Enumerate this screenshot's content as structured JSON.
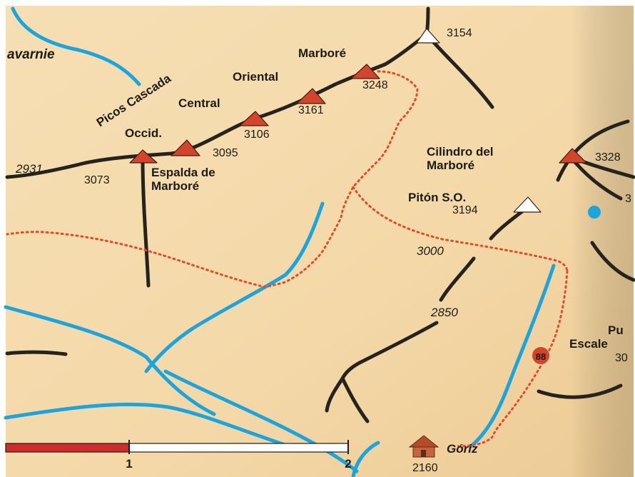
{
  "map": {
    "colors": {
      "paper": "#f7dfb3",
      "ridge": "#26221d",
      "river": "#1ea4dd",
      "trail": "#e04b2a",
      "peak_marker": "#d4432b",
      "summit_marker": "#ffffff",
      "lake": "#1ea4dd",
      "text": "#1e1a15",
      "scale_red": "#cf2d2b",
      "scale_white": "#ffffff"
    },
    "labels": {
      "gavarnie": "avarnie",
      "picos_cascada": "Picos Cascada",
      "marbore": "Marboré",
      "oriental": "Oriental",
      "central": "Central",
      "occid": "Occid.",
      "espalda_line1": "Espalda de",
      "espalda_line2": "Marboré",
      "cilindro_line1": "Cilindro del",
      "cilindro_line2": "Marboré",
      "piton": "Pitón S.O.",
      "punta_line1": "Pu",
      "punta_line2": "Escale",
      "goriz": "Góriz"
    },
    "elevations": {
      "e3154": "3154",
      "e3248": "3248",
      "e3161": "3161",
      "e3106": "3106",
      "e3095": "3095",
      "e3073": "3073",
      "e2931": "2931",
      "e3328": "3328",
      "e3194": "3194",
      "e3000": "3000",
      "e2850": "2850",
      "e3_edge": "3",
      "e30_edge": "30",
      "e2160": "2160"
    },
    "route_badge": "88",
    "scale_bar": {
      "ticks": [
        "1",
        "2"
      ]
    },
    "icons": {
      "peak": "red-triangle-icon",
      "summit": "white-triangle-icon",
      "refuge": "hut-icon",
      "lake": "lake-dot-icon"
    }
  }
}
